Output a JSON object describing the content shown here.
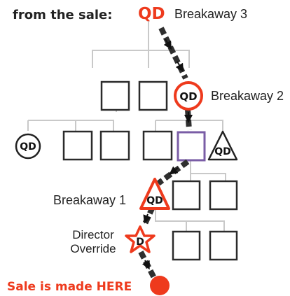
{
  "header": {
    "label": "from the sale:",
    "top_badge": "QD",
    "top_name": "Breakaway 3"
  },
  "nodes": {
    "breakaway2_badge": "QD",
    "breakaway2_name": "Breakaway 2",
    "left_circle_badge": "QD",
    "right_triangle_badge": "QD",
    "breakaway1_badge": "QD",
    "breakaway1_name": "Breakaway 1",
    "director_badge": "D",
    "director_label_line1": "Director",
    "director_label_line2": "Override",
    "sale_label": "Sale is made HERE"
  },
  "colors": {
    "accent": "#ee3a1d",
    "highlight_square": "#7a5da6",
    "tree_line": "#c9c9c9",
    "box": "#2b2b2b",
    "path": "#2f2f2f"
  }
}
